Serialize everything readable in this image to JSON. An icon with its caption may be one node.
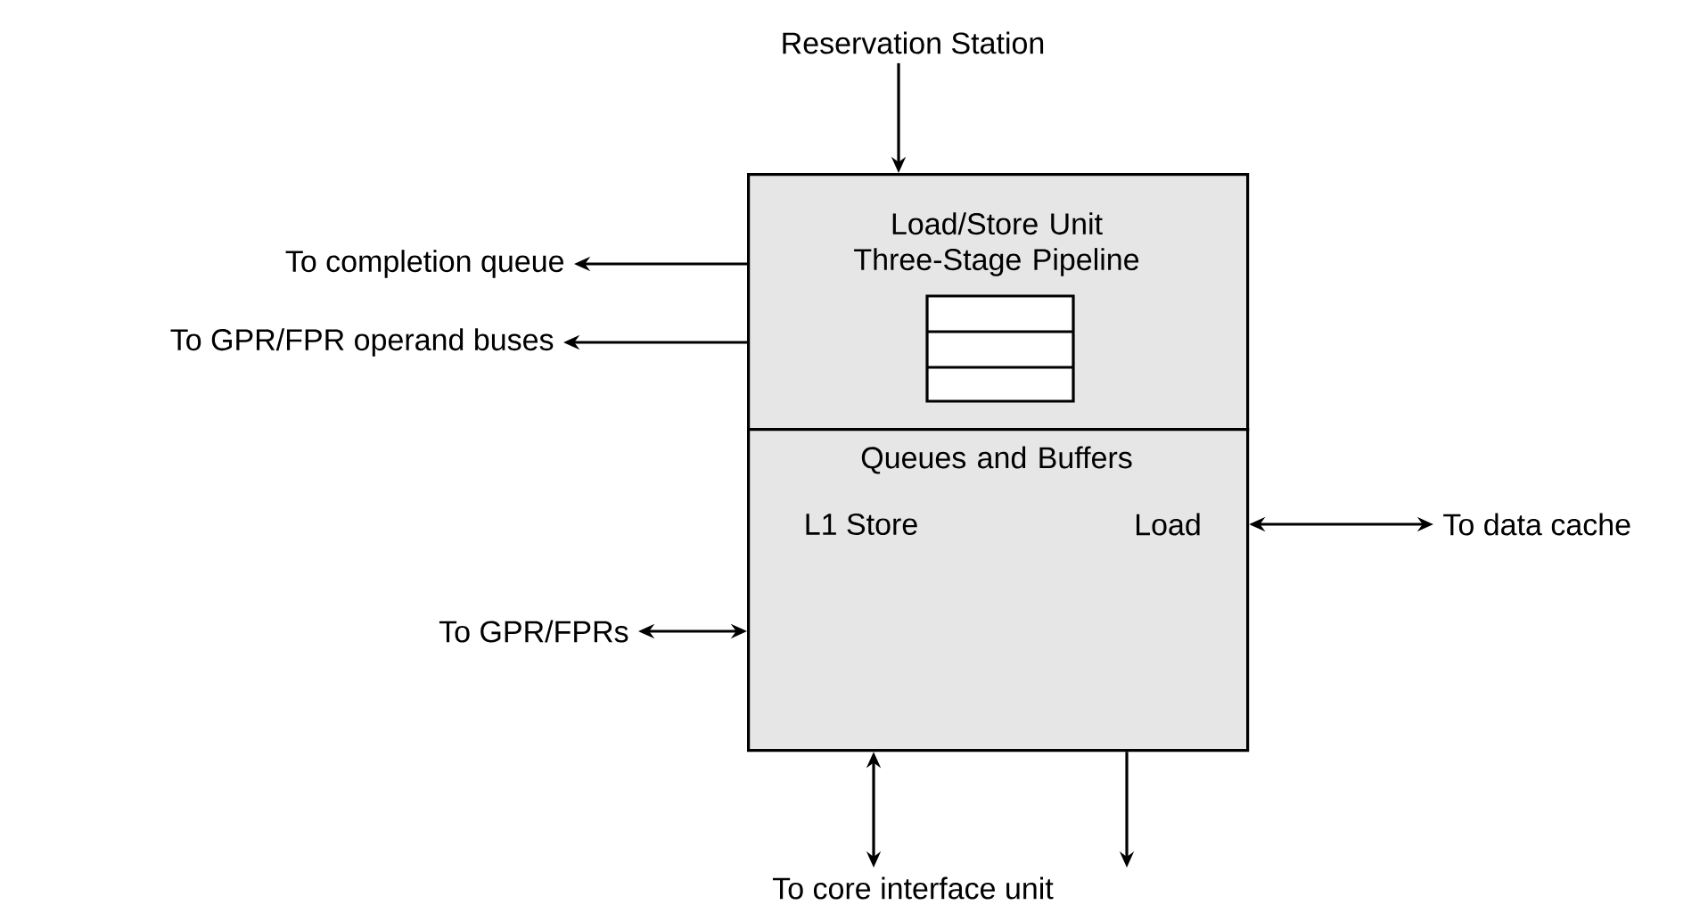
{
  "diagram": {
    "nodes": [
      {
        "text": [
          "Reservation Station"
        ]
      },
      {
        "text": [
          "Load/Store Unit Three-Stage Pipeline"
        ]
      },
      {
        "text": [
          "Queues and Buffers",
          "L1 Store",
          "Load"
        ]
      },
      {
        "text": [
          "To completion queue"
        ]
      },
      {
        "text": [
          "To GPR/FPR operand buses"
        ]
      },
      {
        "text": [
          "To data cache"
        ]
      },
      {
        "text": [
          "To GPR/FPRs"
        ]
      },
      {
        "text": [
          "To core interface unit"
        ]
      }
    ],
    "edges": [
      {
        "from": 0,
        "to": 1,
        "arrow": "to"
      },
      {
        "from": 1,
        "to": 3,
        "arrow": "to"
      },
      {
        "from": 1,
        "to": 4,
        "arrow": "to"
      },
      {
        "from": 2,
        "to": 5,
        "arrow": "both"
      },
      {
        "from": 2,
        "to": 6,
        "arrow": "both"
      },
      {
        "from": 2,
        "to": 7,
        "arrow": "both"
      },
      {
        "from": 2,
        "to": 7,
        "arrow": "to"
      }
    ]
  }
}
